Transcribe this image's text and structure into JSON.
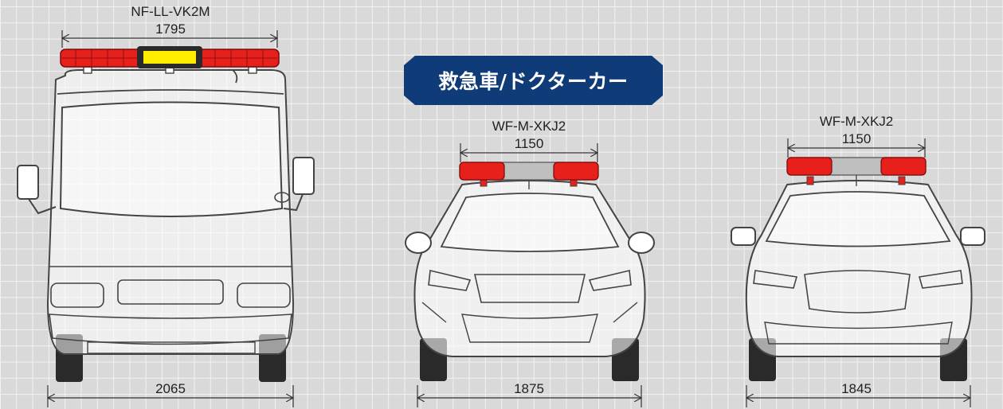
{
  "title": "救急車/ドクターカー",
  "colors": {
    "title_bg": "#0f3c78",
    "lightbar_red": "#e8201c",
    "lightbar_gray": "#bfbfbf",
    "lightbar_yellow": "#ffee00",
    "outline": "#444444",
    "tire": "#2a2a2a"
  },
  "vehicles": [
    {
      "id": "ambulance",
      "model": "NF-LL-VK2M",
      "bar_width": "1795",
      "vehicle_width": "2065"
    },
    {
      "id": "doctor-car-1",
      "model": "WF-M-XKJ2",
      "bar_width": "1150",
      "vehicle_width": "1875"
    },
    {
      "id": "doctor-car-2",
      "model": "WF-M-XKJ2",
      "bar_width": "1150",
      "vehicle_width": "1845"
    }
  ]
}
